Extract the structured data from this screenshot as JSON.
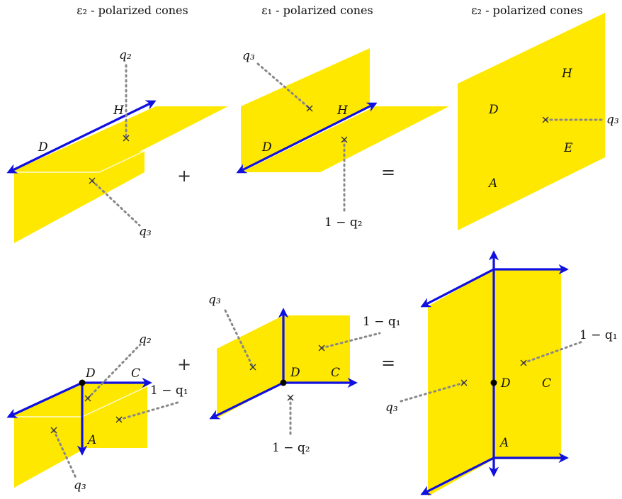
{
  "titles": {
    "left": "ε₂ - polarized cones",
    "middle": "ε₁ - polarized cones",
    "right": "ε₂ - polarized cones"
  },
  "operators": {
    "plus": "+",
    "equals": "="
  },
  "top_row": {
    "left": {
      "D": "D",
      "H": "H",
      "q2": "q₂",
      "q3": "q₃"
    },
    "middle": {
      "D": "D",
      "H": "H",
      "q3": "q₃",
      "one_minus_q2": "1 − q₂"
    },
    "right": {
      "D": "D",
      "H": "H",
      "E": "E",
      "A": "A",
      "q3": "q₃"
    }
  },
  "bottom_row": {
    "left": {
      "D": "D",
      "C": "C",
      "A": "A",
      "q2": "q₂",
      "q3": "q₃",
      "one_minus_q1": "1 − q₁"
    },
    "middle": {
      "D": "D",
      "C": "C",
      "q3": "q₃",
      "one_minus_q1": "1 − q₁",
      "one_minus_q2": "1 − q₂"
    },
    "right": {
      "D": "D",
      "C": "C",
      "A": "A",
      "q3": "q₃",
      "one_minus_q1": "1 − q₁"
    }
  },
  "colors": {
    "plane": "#FFE800",
    "ray": "#1010E0",
    "dotted": "#888888"
  }
}
